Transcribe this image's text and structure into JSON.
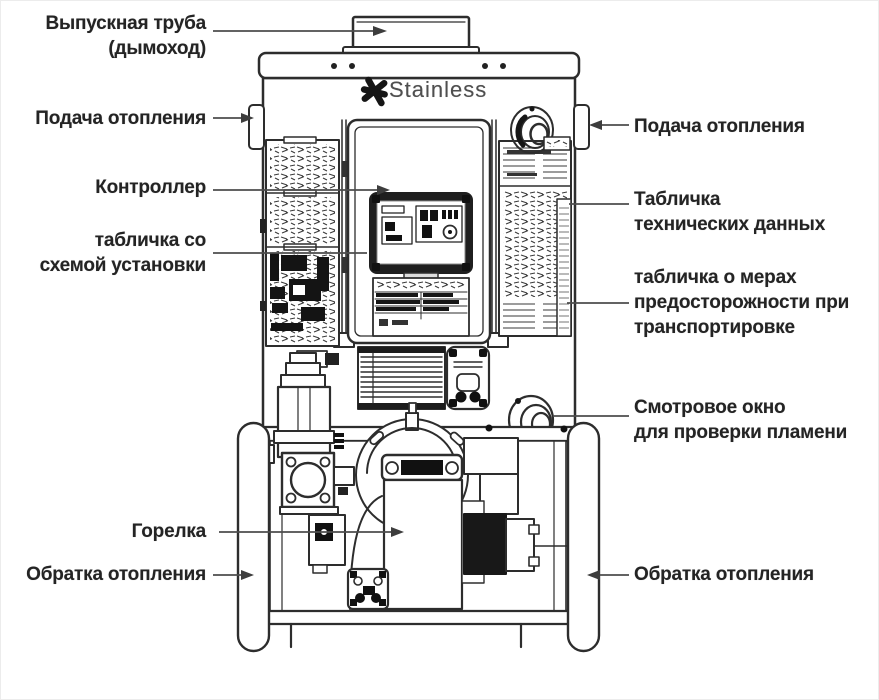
{
  "diagram": {
    "brand": {
      "name": "Stainless",
      "logo_icon": "asterisk-star"
    },
    "callouts_left": [
      {
        "id": "exhaust-pipe",
        "lines": [
          "Выпускная труба",
          "(дымоход)"
        ]
      },
      {
        "id": "heating-supply-left",
        "lines": [
          "Подача отопления"
        ]
      },
      {
        "id": "controller",
        "lines": [
          "Контроллер"
        ]
      },
      {
        "id": "installation-plate",
        "lines": [
          "табличка со",
          "схемой установки"
        ]
      },
      {
        "id": "burner",
        "lines": [
          "Горелка"
        ]
      },
      {
        "id": "heating-return-left",
        "lines": [
          "Обратка отопления"
        ]
      }
    ],
    "callouts_right": [
      {
        "id": "heating-supply-right",
        "lines": [
          "Подача отопления"
        ]
      },
      {
        "id": "tech-data-plate",
        "lines": [
          "Табличка",
          "технических данных"
        ]
      },
      {
        "id": "transport-precautions-plate",
        "lines": [
          "табличка о мерах",
          "предосторожности при",
          "транспортировке"
        ]
      },
      {
        "id": "flame-inspection-window",
        "lines": [
          "Смотровое окно",
          "для проверки пламени"
        ]
      },
      {
        "id": "heating-return-right",
        "lines": [
          "Обратка отопления"
        ]
      }
    ],
    "colors": {
      "ink": "#2d2d2d",
      "callout_text": "#242424",
      "callout_line": "#4d4d4d",
      "logo_text": "#4f4f4f"
    }
  }
}
